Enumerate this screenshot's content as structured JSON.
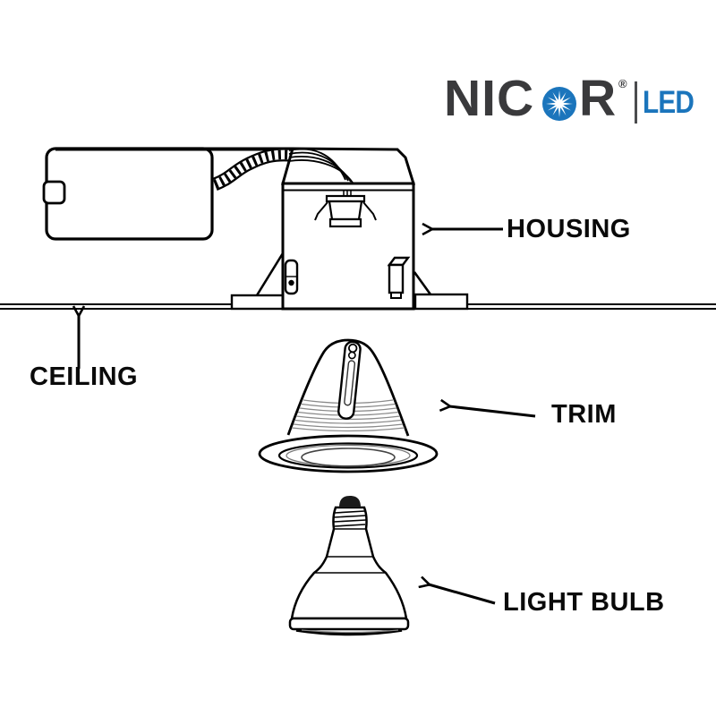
{
  "logo": {
    "brand_prefix": "NIC",
    "brand_suffix": "R",
    "registered_mark": "®",
    "sub_brand": "LED",
    "brand_color": "#3a3a3c",
    "accent_color": "#1b75bc",
    "icon": "starburst-icon"
  },
  "labels": {
    "housing": "HOUSING",
    "ceiling": "CEILING",
    "trim": "TRIM",
    "light_bulb": "LIGHT BULB"
  },
  "diagram": {
    "type": "exploded-parts-diagram",
    "subject": "recessed-downlight",
    "line_color": "#000000",
    "parts": [
      {
        "name": "housing",
        "label": "HOUSING"
      },
      {
        "name": "ceiling",
        "label": "CEILING"
      },
      {
        "name": "trim",
        "label": "TRIM"
      },
      {
        "name": "light-bulb",
        "label": "LIGHT BULB"
      }
    ]
  }
}
